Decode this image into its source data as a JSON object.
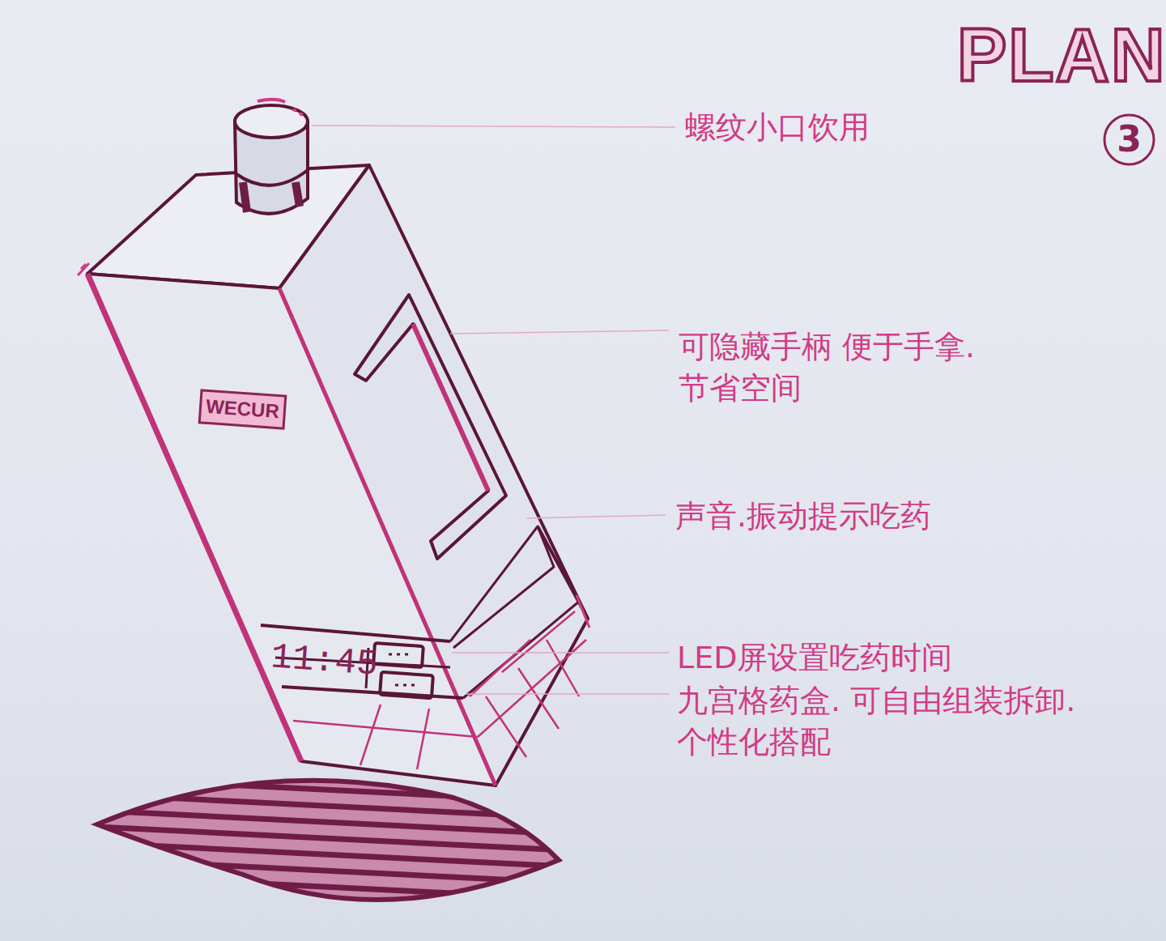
{
  "diagram": {
    "title": "PLAN",
    "nodes": [
      {
        "text": [
          "3"
        ]
      },
      {
        "text": [
          "WECUR"
        ]
      },
      {
        "text": [
          "11:45"
        ]
      }
    ],
    "labels": [
      "螺纹小口饮用",
      "可隐藏手柄 便于手拿.节省空间",
      "声音.振动提示吃药",
      "LED屏设置吃药时间",
      "九宫格药盒. 可自由组装拆卸.个性化搭配"
    ]
  }
}
